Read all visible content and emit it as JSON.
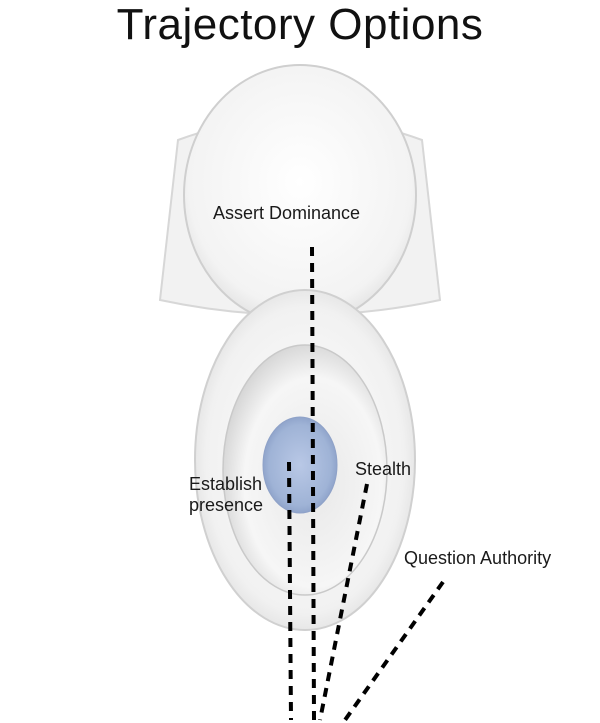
{
  "title": "Trajectory Options",
  "labels": {
    "assert": "Assert Dominance",
    "establish_line1": "Establish",
    "establish_line2": "presence",
    "stealth": "Stealth",
    "question": "Question Authority"
  },
  "colors": {
    "background": "#ffffff",
    "porcelain": "#f7f7f7",
    "porcelain_shadow": "#d9d9d9",
    "water": "#9fb3d6",
    "line": "#000000",
    "text": "#111111"
  }
}
